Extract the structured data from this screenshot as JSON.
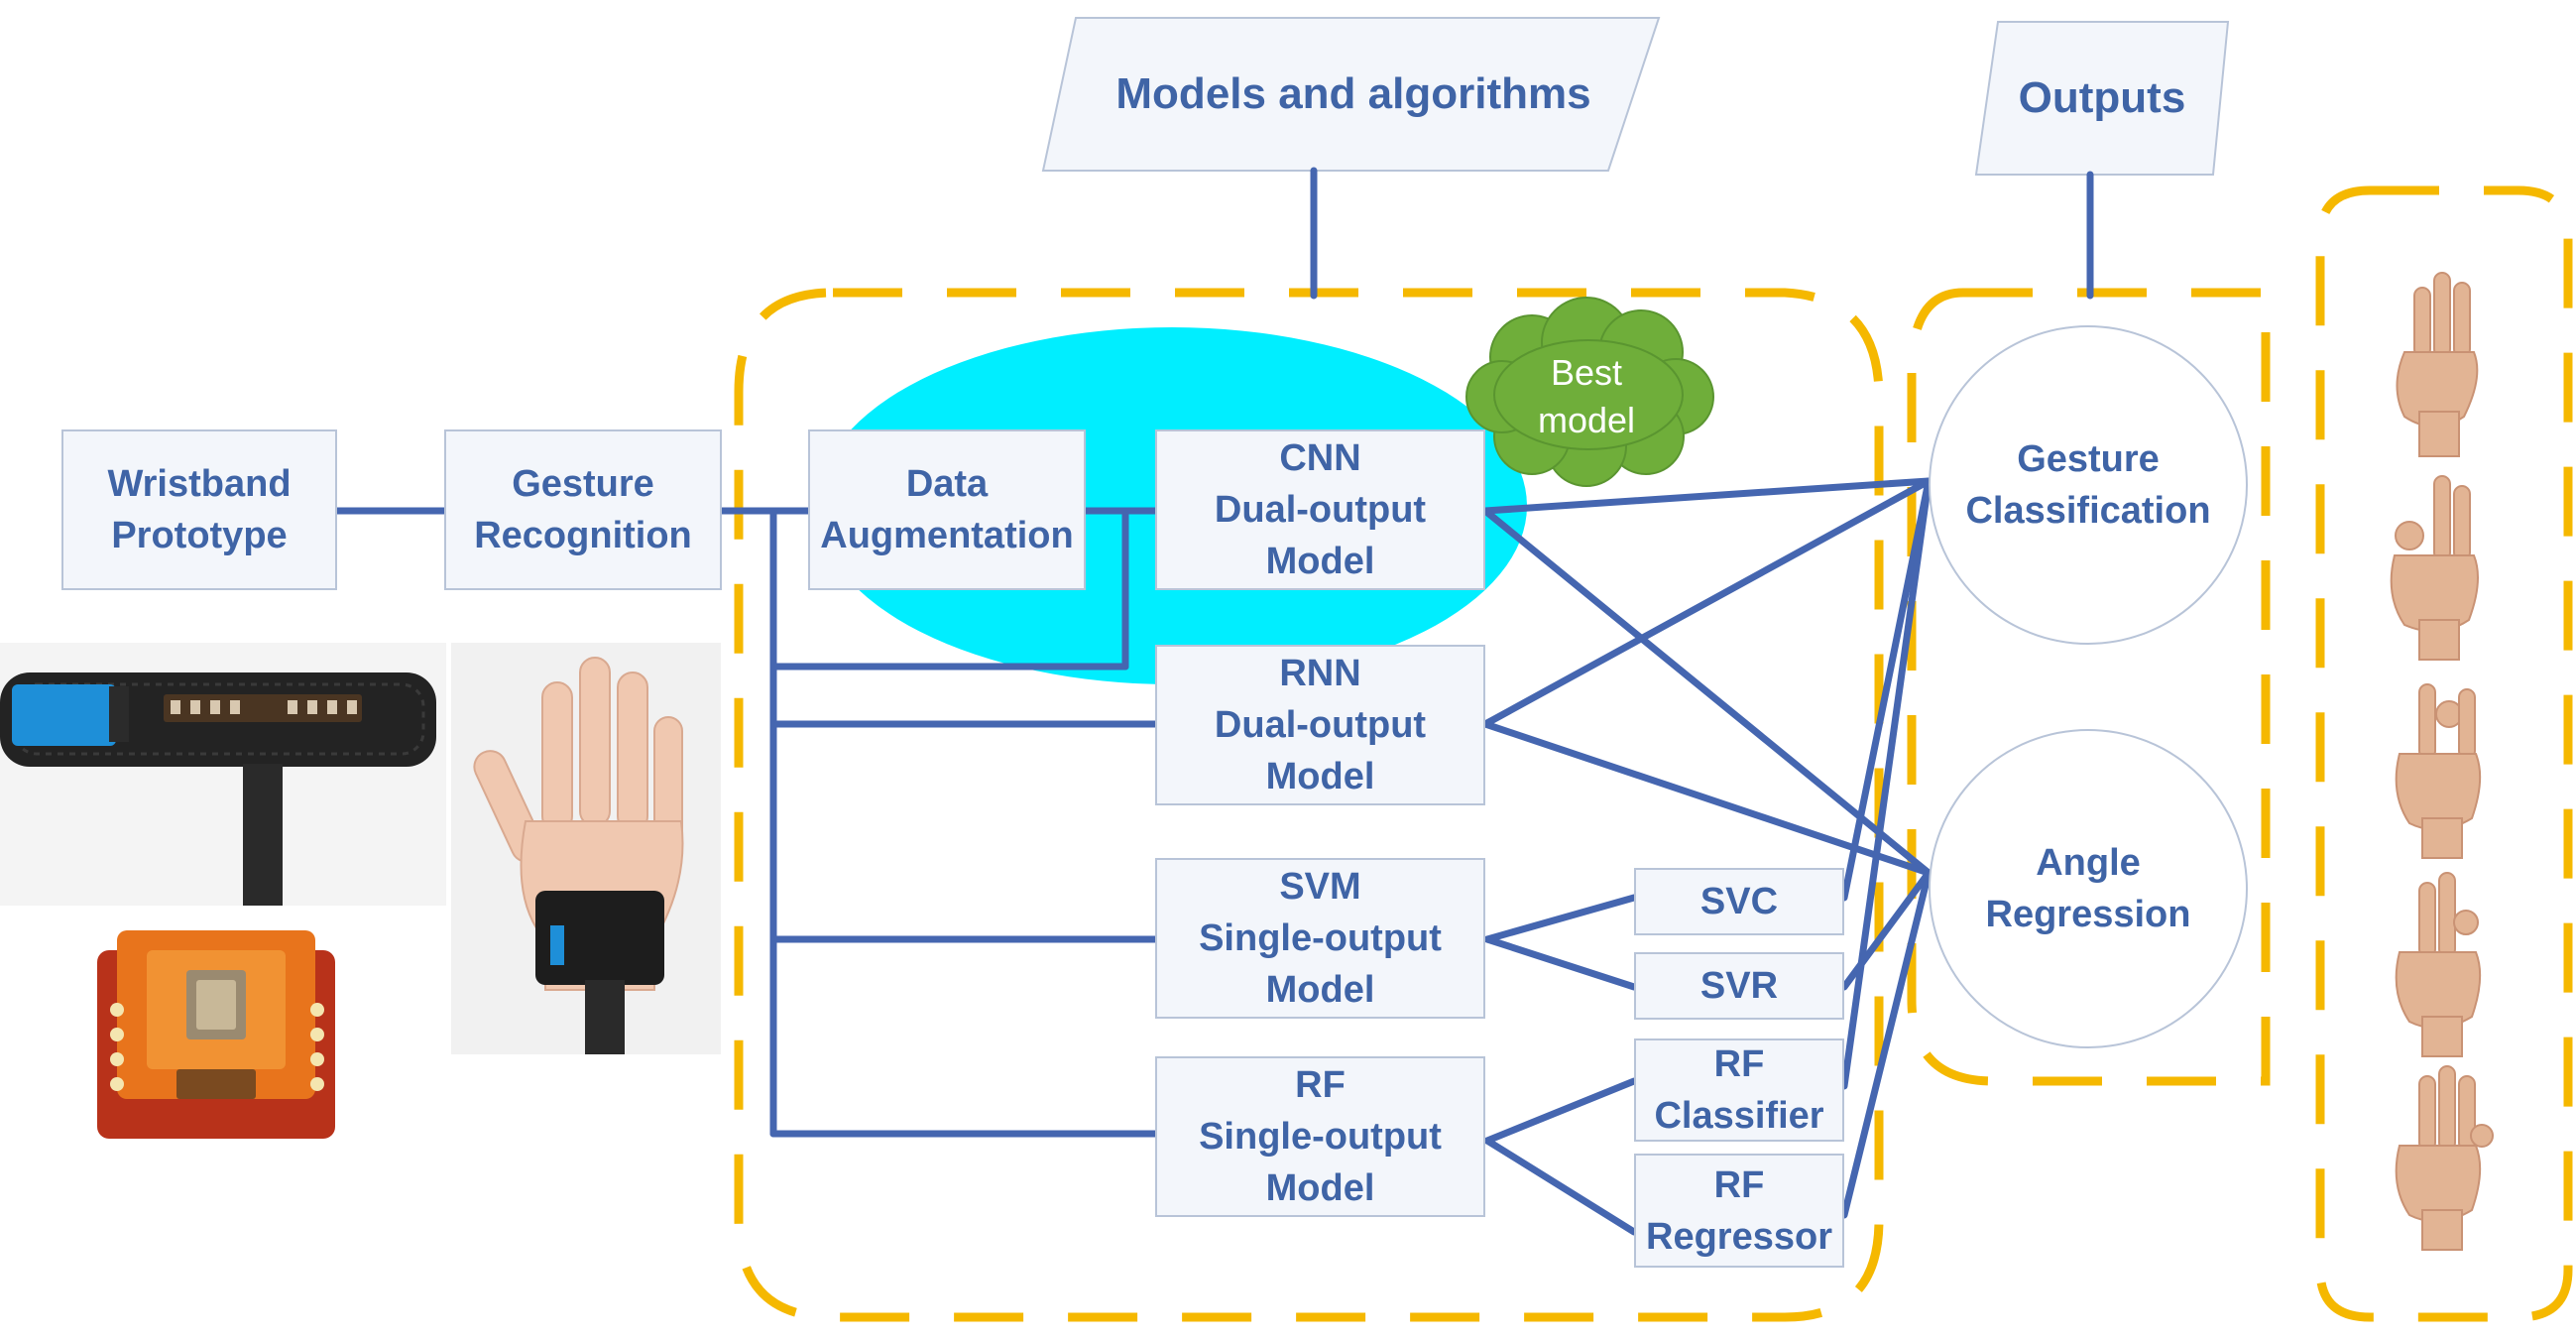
{
  "header": {
    "models_label": "Models and algorithms",
    "outputs_label": "Outputs"
  },
  "inputs": {
    "wristband": [
      "Wristband",
      "Prototype"
    ],
    "gesture_recognition": [
      "Gesture",
      "Recognition"
    ]
  },
  "pipeline": {
    "data_augmentation": [
      "Data",
      "Augmentation"
    ],
    "best_model": [
      "Best",
      "model"
    ]
  },
  "models": {
    "cnn": [
      "CNN",
      "Dual-output",
      "Model"
    ],
    "rnn": [
      "RNN",
      "Dual-output",
      "Model"
    ],
    "svm": [
      "SVM",
      "Single-output",
      "Model"
    ],
    "rf": [
      "RF",
      "Single-output",
      "Model"
    ]
  },
  "sub_models": {
    "svc": "SVC",
    "svr": "SVR",
    "rf_classifier": [
      "RF",
      "Classifier"
    ],
    "rf_regressor": [
      "RF",
      "Regressor"
    ]
  },
  "outputs": {
    "gesture_classification": [
      "Gesture",
      "Classification"
    ],
    "angle_regression": [
      "Angle",
      "Regression"
    ]
  },
  "colors": {
    "wire": "#4566b0",
    "box_text": "#3f64a6",
    "dashed": "#f5b800",
    "highlight": "#00eeff",
    "cloud": "#6fae3a"
  }
}
